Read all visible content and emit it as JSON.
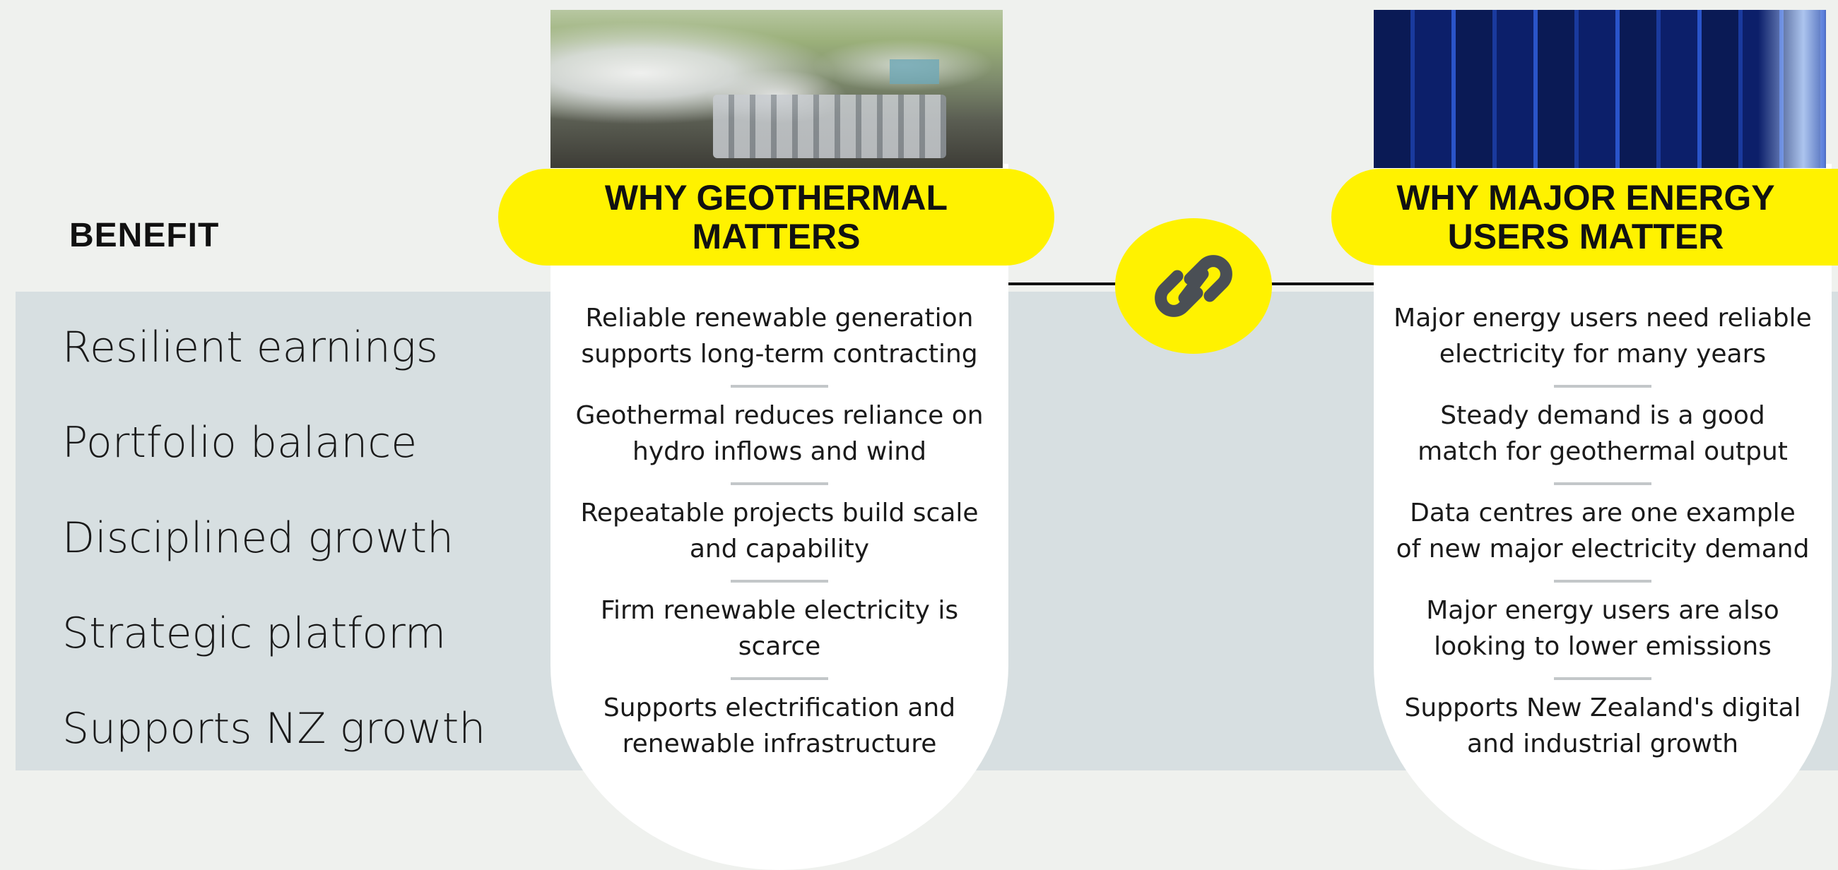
{
  "benefit": {
    "header": "BENEFIT",
    "items": [
      "Resilient earnings",
      "Portfolio balance",
      "Disciplined growth",
      "Strategic platform",
      "Supports NZ growth"
    ]
  },
  "geothermal": {
    "title": "WHY GEOTHERMAL\nMATTERS",
    "items": [
      "Reliable renewable generation\nsupports long-term contracting",
      "Geothermal reduces reliance on\nhydro inflows and wind",
      "Repeatable projects build scale\nand capability",
      "Firm renewable electricity is\nscarce",
      "Supports electrification and\nrenewable infrastructure"
    ]
  },
  "energy_users": {
    "title": "WHY MAJOR ENERGY\nUSERS MATTER",
    "items": [
      "Major energy users need reliable\nelectricity for many years",
      "Steady demand is a good\nmatch for geothermal output",
      "Data centres are one example\nof new major electricity demand",
      "Major energy users are also\nlooking to lower emissions",
      "Supports New Zealand's digital\nand industrial growth"
    ]
  },
  "icons": {
    "link": "link-chain-icon",
    "geothermal_photo": "geothermal-plant-photo",
    "datacentre_photo": "data-centre-photo"
  },
  "colors": {
    "accent_yellow": "#fff200",
    "band_gray": "#d7dfe1",
    "background": "#eff1ee"
  }
}
